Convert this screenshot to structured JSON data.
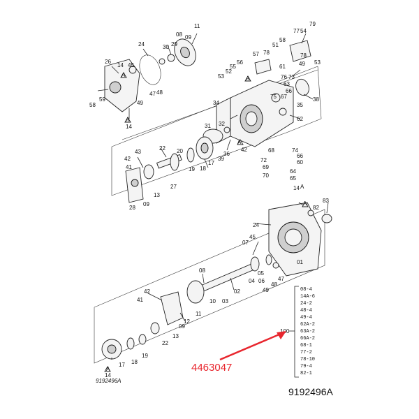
{
  "drawing": {
    "part_number_highlight": "4463047",
    "drawing_code_small": "9192496A",
    "drawing_code_large": "9192496A",
    "kit_ref": "100",
    "kit_items": [
      "08-4",
      "14A-6",
      "24-2",
      "48-4",
      "49-4",
      "62A-2",
      "63A-2",
      "66A-2",
      "68-1",
      "77-2",
      "78-10",
      "79-4",
      "82-1"
    ],
    "colors": {
      "arrow": "#e8262e",
      "ink": "#222222"
    },
    "labels": {
      "u_11": "11",
      "u_08": "08",
      "u_09": "09",
      "u_30": "30",
      "u_29": "29",
      "u_24": "24",
      "u_26": "26",
      "u_14a": "14",
      "u_45": "45",
      "u_a1": "A",
      "u_58": "58",
      "u_59": "59",
      "u_49": "49",
      "u_47": "47",
      "u_48": "48",
      "u_14b": "14",
      "u_a2": "A",
      "u_79": "79",
      "u_77": "77",
      "u_54": "54",
      "u_58b": "58",
      "u_51": "51",
      "u_78": "78",
      "u_57": "57",
      "u_56": "56",
      "u_55": "55",
      "u_52": "52",
      "u_53": "53",
      "u_61": "61",
      "u_76": "76",
      "u_73": "73",
      "u_63": "63",
      "u_66": "66",
      "u_67": "67",
      "u_75": "75",
      "u_a3": "A",
      "u_78b": "78",
      "u_49b": "49",
      "u_53b": "53",
      "u_38": "38",
      "u_35": "35",
      "u_62": "62",
      "u_34": "34",
      "u_32": "32",
      "u_31": "31",
      "u_36": "36",
      "u_a4": "A",
      "u_42": "42",
      "u_68": "68",
      "u_72": "72",
      "u_69": "69",
      "u_70": "70",
      "u_74": "74",
      "u_66b": "66",
      "u_60": "60",
      "u_64": "64",
      "u_65": "65",
      "u_a5": "A",
      "m_22": "22",
      "m_43": "43",
      "m_42": "42",
      "m_41": "41",
      "m_27": "27",
      "m_13": "13",
      "m_19": "19",
      "m_18": "18",
      "m_17": "17",
      "m_39": "39",
      "m_20": "20",
      "m_28": "28",
      "m_09": "09",
      "l_14": "14",
      "l_a": "A",
      "l_82": "82",
      "l_83": "83",
      "l_24": "24",
      "l_45": "45",
      "l_07": "07",
      "l_08": "08",
      "l_05": "05",
      "l_04": "04",
      "l_02": "02",
      "l_06": "06",
      "l_49": "49",
      "l_47": "47",
      "l_48": "48",
      "l_01": "01",
      "l_03": "03",
      "l_10": "10",
      "l_42": "42",
      "l_41": "41",
      "l_09": "09",
      "l_11": "11",
      "l_12": "12",
      "l_22": "22",
      "l_13": "13",
      "l_19": "19",
      "l_18": "18",
      "l_17": "17",
      "l_14b": "14",
      "l_a2": "A"
    }
  }
}
